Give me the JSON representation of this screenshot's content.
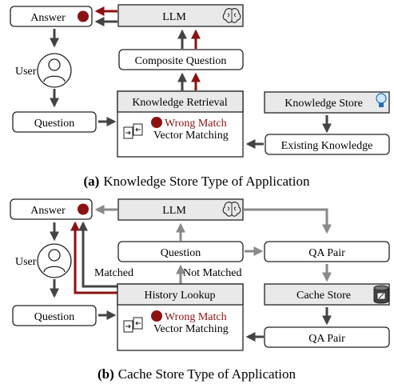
{
  "colors": {
    "node_fill": "#e9e9e9",
    "node_border": "#222222",
    "highlight_red": "#8b1212",
    "arrow_gray": "#8a8a8a",
    "arrow_dark": "#444444"
  },
  "panel_a": {
    "caption_label": "(a)",
    "caption_text": "Knowledge Store Type of Application",
    "nodes": {
      "answer": "Answer",
      "llm": "LLM",
      "composite_question": "Composite Question",
      "user": "User",
      "knowledge_retrieval": "Knowledge Retrieval",
      "wrong_match": "Wrong Match",
      "vector_matching": "Vector Matching",
      "question": "Question",
      "knowledge_store": "Knowledge Store",
      "existing_knowledge": "Existing Knowledge"
    }
  },
  "panel_b": {
    "caption_label": "(b)",
    "caption_text": "Cache Store Type of Application",
    "nodes": {
      "answer": "Answer",
      "llm": "LLM",
      "question_mid": "Question",
      "qa_pair_top": "QA Pair",
      "user": "User",
      "matched": "Matched",
      "not_matched": "Not Matched",
      "history_lookup": "History Lookup",
      "wrong_match": "Wrong Match",
      "vector_matching": "Vector Matching",
      "question": "Question",
      "cache_store": "Cache Store",
      "qa_pair_bottom": "QA Pair"
    }
  },
  "icons": [
    "brain-icon",
    "lightbulb-icon",
    "database-icon",
    "user-icon",
    "vector-matching-icon",
    "red-dot-icon"
  ]
}
